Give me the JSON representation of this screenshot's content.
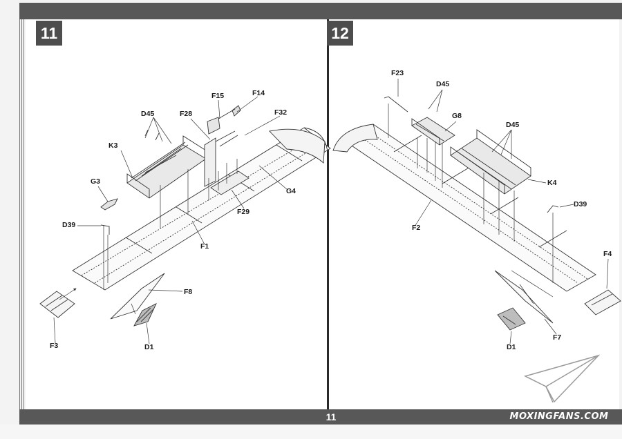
{
  "steps": {
    "left": "11",
    "right": "12"
  },
  "page_number": "11",
  "watermark": "MOXINGFANS.COM",
  "left_diagram": {
    "labels": {
      "F15": "F15",
      "F14": "F14",
      "D45": "D45",
      "F28": "F28",
      "F32": "F32",
      "K3": "K3",
      "G3": "G3",
      "G4": "G4",
      "F29": "F29",
      "D39": "D39",
      "F1": "F1",
      "F8": "F8",
      "F3": "F3",
      "D1": "D1"
    }
  },
  "right_diagram": {
    "labels": {
      "F23": "F23",
      "D45a": "D45",
      "G8": "G8",
      "D45b": "D45",
      "K4": "K4",
      "D39": "D39",
      "F2": "F2",
      "F4": "F4",
      "F7": "F7",
      "D1": "D1"
    }
  }
}
